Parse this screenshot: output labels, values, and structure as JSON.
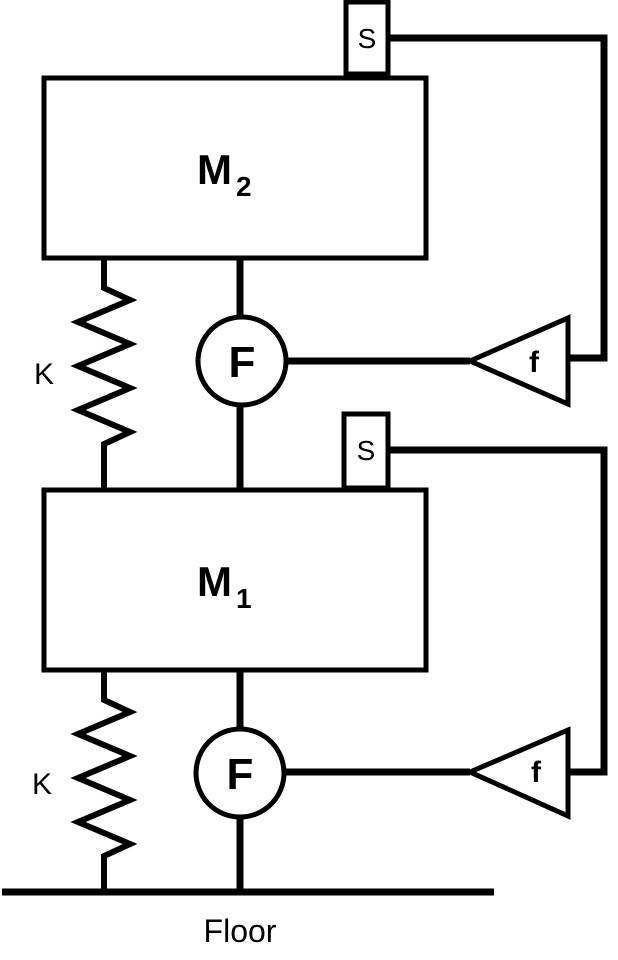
{
  "diagram": {
    "masses": [
      {
        "id": "upper",
        "label": "M",
        "subscript": "2"
      },
      {
        "id": "lower",
        "label": "M",
        "subscript": "1"
      }
    ],
    "actuators": [
      {
        "id": "upper",
        "label": "F"
      },
      {
        "id": "lower",
        "label": "F"
      }
    ],
    "sensors": [
      {
        "id": "upper",
        "label": "S"
      },
      {
        "id": "lower",
        "label": "S"
      }
    ],
    "gains": [
      {
        "id": "upper",
        "label": "f"
      },
      {
        "id": "lower",
        "label": "f"
      }
    ],
    "springs": [
      {
        "id": "upper",
        "label": "K"
      },
      {
        "id": "lower",
        "label": "K"
      }
    ],
    "ground": {
      "label": "Floor"
    }
  },
  "colors": {
    "stroke": "#000000",
    "background": "#ffffff"
  }
}
